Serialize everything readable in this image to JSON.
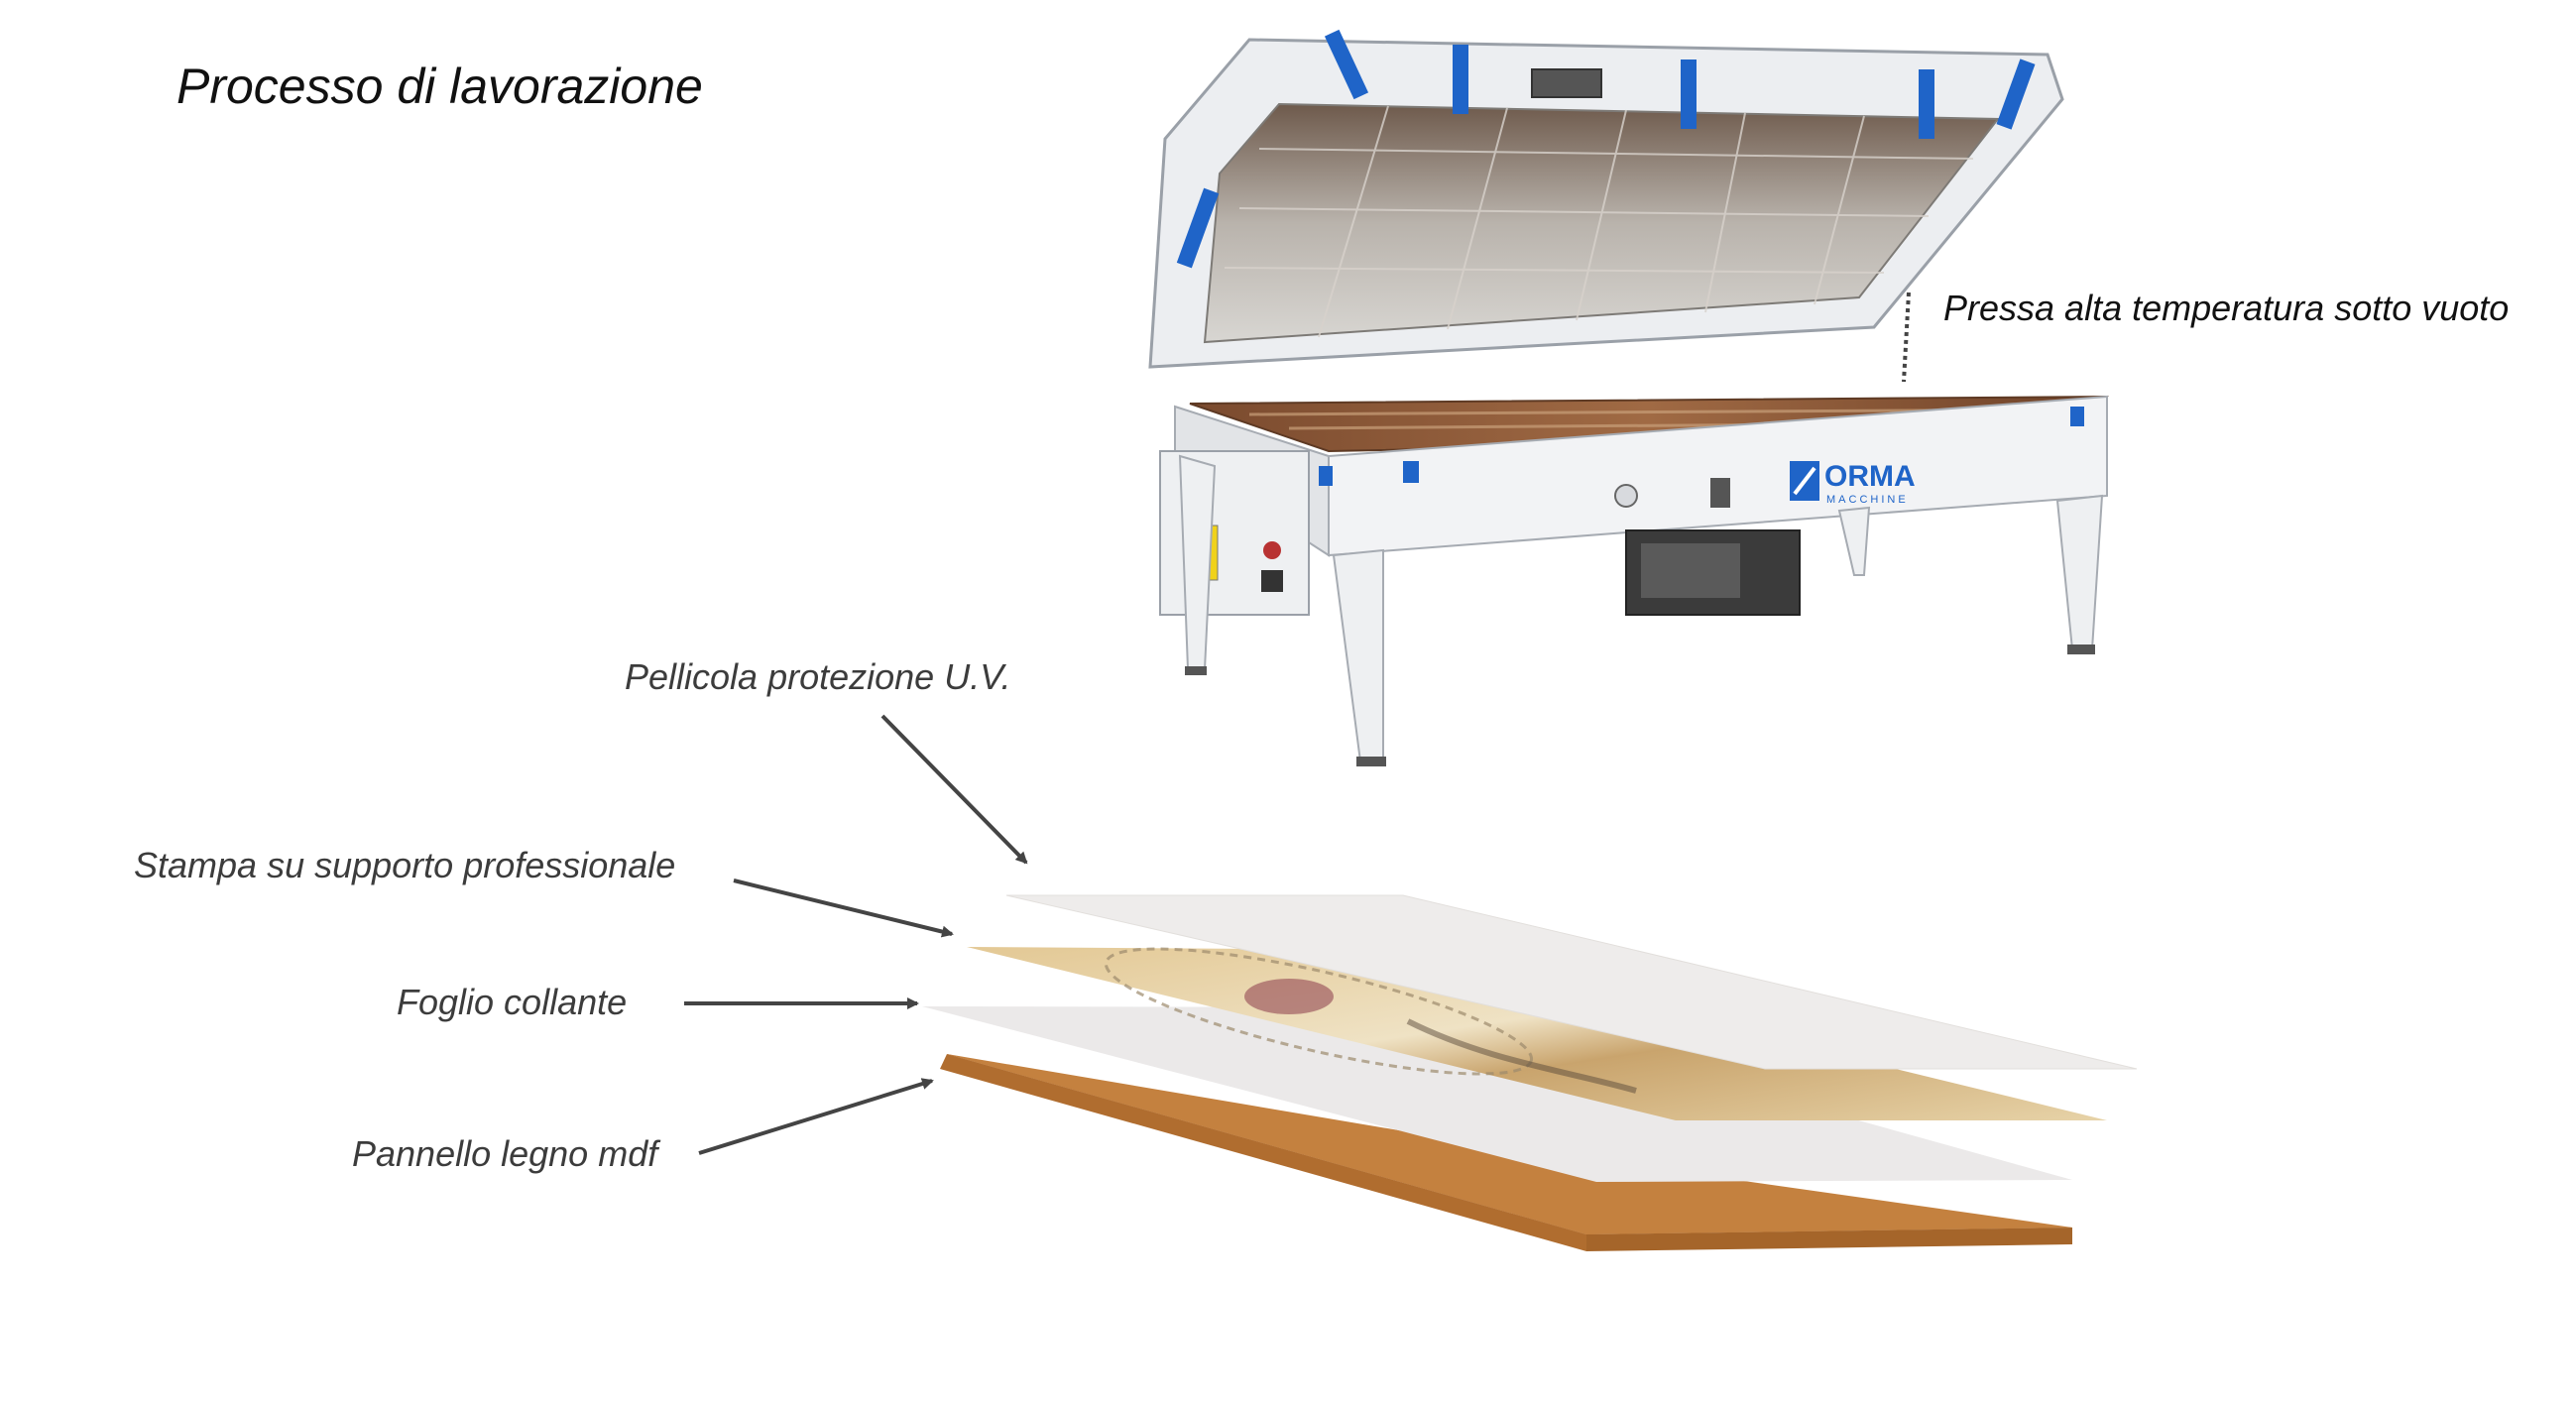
{
  "title": "Processo di lavorazione",
  "press": {
    "label": "Pressa alta temperatura sotto vuoto",
    "brand": "ORMA",
    "brand_sub": "MACCHINE"
  },
  "layers": [
    {
      "id": "film",
      "label": "Pellicola protezione U.V.",
      "color": "#eeeceb"
    },
    {
      "id": "print",
      "label": "Stampa su supporto professionale",
      "color": "#e6cfa3"
    },
    {
      "id": "glue",
      "label": "Foglio collante",
      "color": "#eceaea"
    },
    {
      "id": "mdf",
      "label": "Pannello legno mdf",
      "color": "#c4813f"
    }
  ],
  "colors": {
    "machine_frame": "#f2f3f5",
    "machine_accent": "#1f64c8",
    "wood": "#8a5a3c",
    "arrow": "#444444"
  }
}
